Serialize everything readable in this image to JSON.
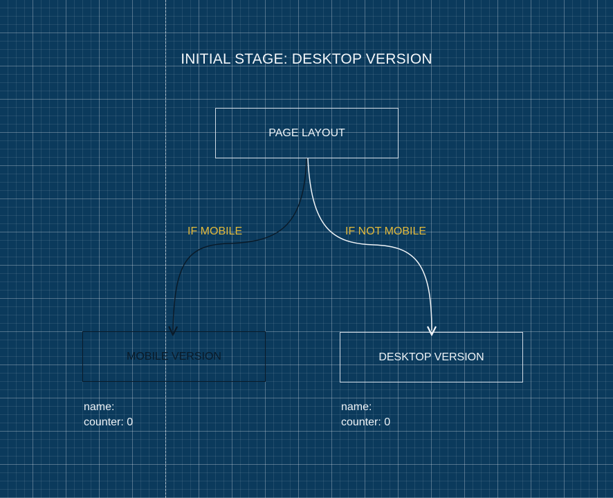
{
  "title": "INITIAL STAGE: DESKTOP VERSION",
  "nodes": {
    "page_layout": "PAGE LAYOUT",
    "mobile": "MOBILE VERSION",
    "desktop": "DESKTOP VERSION"
  },
  "edges": {
    "to_mobile": "IF MOBILE",
    "to_desktop": "IF NOT MOBILE"
  },
  "mobile_props": {
    "name": "name:",
    "counter": "counter: 0"
  },
  "desktop_props": {
    "name": "name:",
    "counter": "counter: 0"
  },
  "colors": {
    "background": "#0b3a5c",
    "condition_label": "#e2b93b",
    "light_stroke": "#eef3f7",
    "dark_stroke": "#0a1a28"
  }
}
